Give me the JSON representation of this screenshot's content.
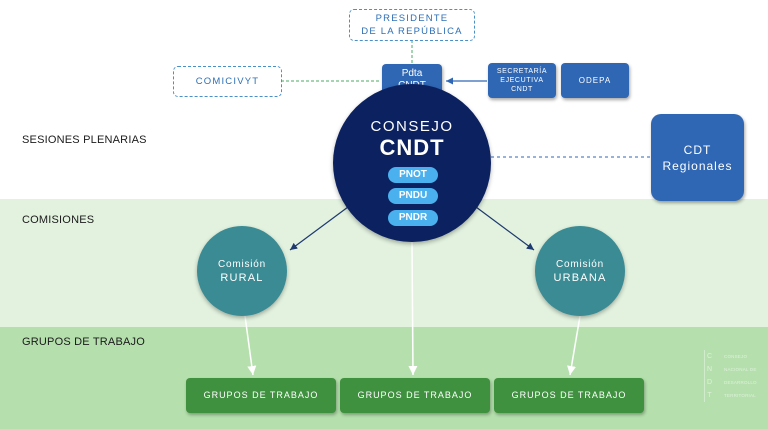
{
  "sections": {
    "plenarias": "SESIONES PLENARIAS",
    "comisiones": "COMISIONES",
    "grupos": "GRUPOS DE TRABAJO"
  },
  "presidente": {
    "line1": "PRESIDENTE",
    "line2": "DE LA REPÚBLICA"
  },
  "comicivyt": "COMICIVYT",
  "pdta": {
    "line1": "Pdta",
    "line2": "CNDT"
  },
  "secretaria": {
    "line1": "SECRETARÍA",
    "line2": "EJECUTIVA",
    "line3": "CNDT"
  },
  "odepa": "ODEPA",
  "consejo": {
    "title": "CONSEJO",
    "name": "CNDT",
    "pills": [
      "PNOT",
      "PNDU",
      "PNDR"
    ]
  },
  "cdt": {
    "line1": "CDT",
    "line2": "Regionales"
  },
  "comision_rural": {
    "line1": "Comisión",
    "line2": "RURAL"
  },
  "comision_urbana": {
    "line1": "Comisión",
    "line2": "URBANA"
  },
  "grupos_buttons": [
    "GRUPOS DE TRABAJO",
    "GRUPOS DE TRABAJO",
    "GRUPOS DE TRABAJO"
  ],
  "logo": {
    "letters": [
      "C",
      "N",
      "D",
      "T"
    ],
    "words": [
      "CONSEJO",
      "NACIONAL DE",
      "DESARROLLO",
      "TERRITORIAL"
    ]
  },
  "colors": {
    "navy": "#0c2260",
    "blue": "#2f67b5",
    "teal": "#3b8b94",
    "green": "#3f913f",
    "pill": "#4bb0ee"
  }
}
